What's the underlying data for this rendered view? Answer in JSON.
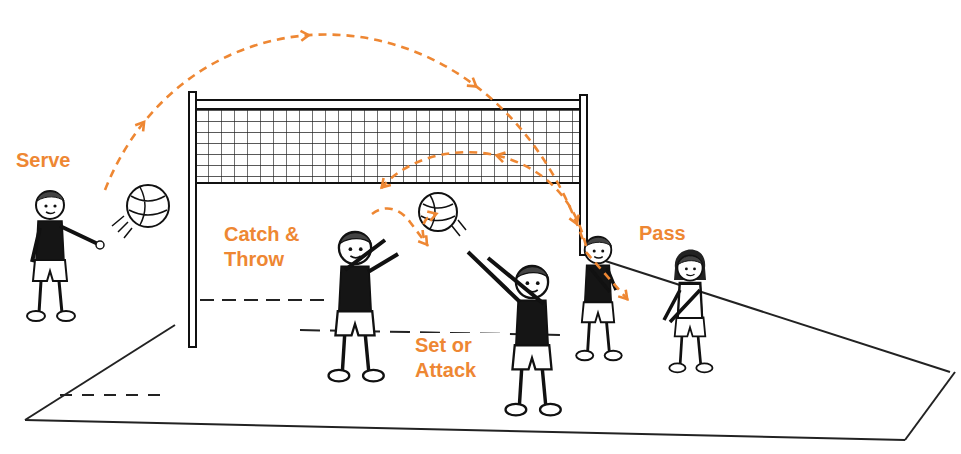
{
  "diagram": {
    "labels": [
      "Serve",
      "Catch & Throw",
      "Set or Attack",
      "Pass"
    ]
  }
}
